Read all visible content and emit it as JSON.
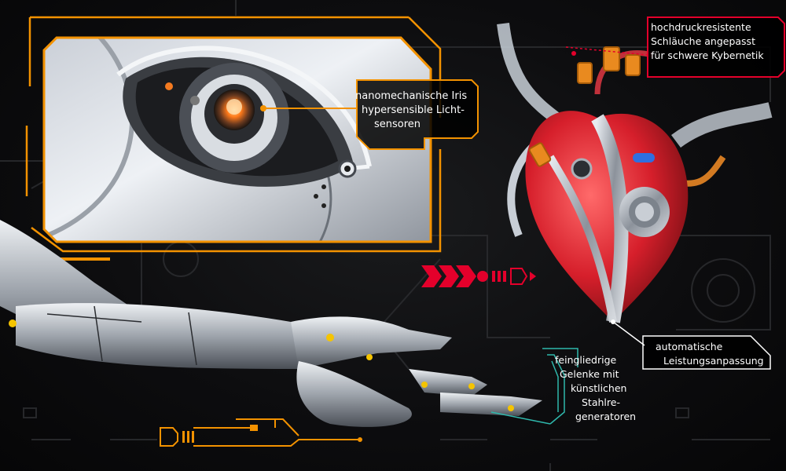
{
  "colors": {
    "background": "#0d0d0f",
    "orange_accent": "#f39200",
    "red_accent": "#e4002b",
    "teal_accent": "#2fb8ac",
    "white_accent": "#ffffff"
  },
  "callouts": {
    "iris": {
      "lines": [
        "nanomechanische Iris",
        "hypersensible Licht-",
        "sensoren"
      ]
    },
    "hoses": {
      "lines": [
        "hochdruckresistente",
        "Schläuche angepasst",
        "für schwere Kybernetik"
      ]
    },
    "power": {
      "lines": [
        "automatische",
        "Leistungsanpassung"
      ]
    },
    "joints": {
      "lines": [
        "feingliedrige",
        "Gelenke mit",
        "künstlichen",
        "Stahlre-",
        "generatoren"
      ]
    }
  },
  "icons": [
    "robot-eye-illustration",
    "robotic-heart-illustration",
    "robotic-arm-illustration",
    "chevron-arrows-icon",
    "battery-connector-icon",
    "plug-connector-icon"
  ]
}
